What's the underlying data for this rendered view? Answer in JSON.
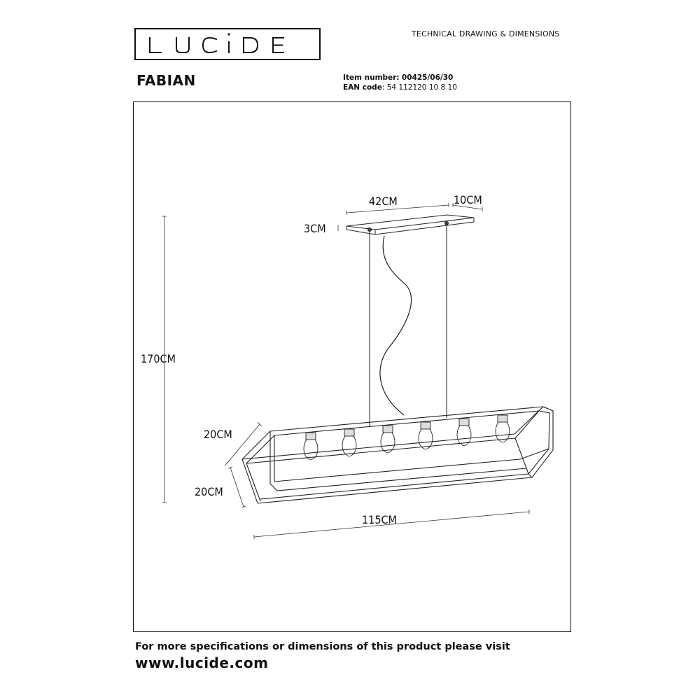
{
  "brand": {
    "logo_text": "LUCIDE"
  },
  "header": {
    "title": "TECHNICAL DRAWING & DIMENSIONS"
  },
  "product": {
    "name": "FABIAN",
    "item_label": "Item number:",
    "item_value": "00425/06/30",
    "ean_label": "EAN code",
    "ean_value": ": 54 112120 10 8 10"
  },
  "dimensions": {
    "canopy_length": "42CM",
    "canopy_depth": "10CM",
    "canopy_height": "3CM",
    "total_height": "170CM",
    "frame_depth": "20CM",
    "frame_height": "20CM",
    "frame_length": "115CM"
  },
  "footer": {
    "note": "For more specifications or dimensions of this product please visit",
    "url": "www.lucide.com"
  }
}
